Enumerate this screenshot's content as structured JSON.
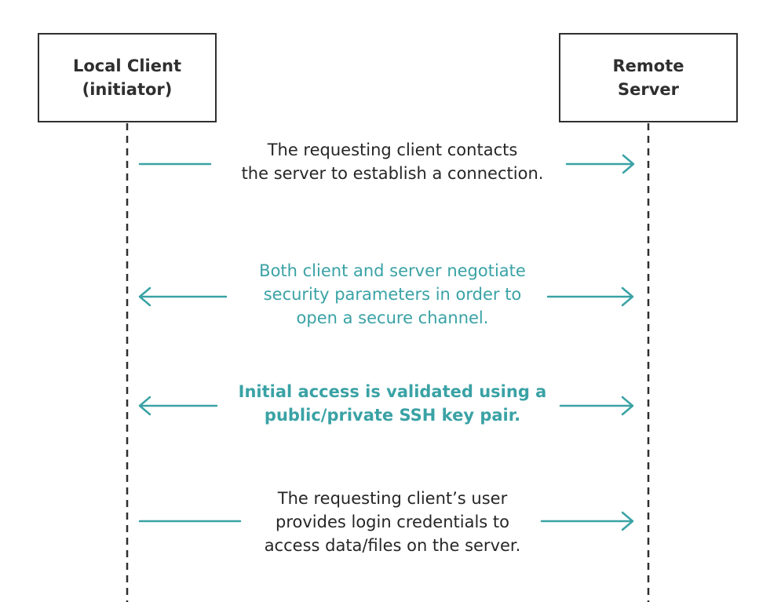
{
  "actors": {
    "left": {
      "line1": "Local Client",
      "line2": "(initiator)"
    },
    "right": {
      "line1": "Remote",
      "line2": "Server"
    }
  },
  "colors": {
    "teal": "#3aa2a5",
    "dark": "#2f2f2f",
    "text_dark": "#262626",
    "lifeline": "#2f2f2f"
  },
  "messages": [
    {
      "id": "msg-1",
      "style": "dark",
      "arrow": "right",
      "lines": [
        "The requesting client contacts",
        "the server to establish a connection."
      ]
    },
    {
      "id": "msg-2",
      "style": "teal",
      "arrow": "both",
      "lines": [
        "Both client and server negotiate",
        "security parameters in order to",
        "open a secure channel."
      ]
    },
    {
      "id": "msg-3",
      "style": "teal-bold",
      "arrow": "both",
      "lines": [
        "Initial access is validated using a",
        "public/private SSH key pair."
      ]
    },
    {
      "id": "msg-4",
      "style": "dark",
      "arrow": "right",
      "lines": [
        "The requesting client’s user",
        "provides login credentials to",
        "access data/files on the server."
      ]
    }
  ]
}
